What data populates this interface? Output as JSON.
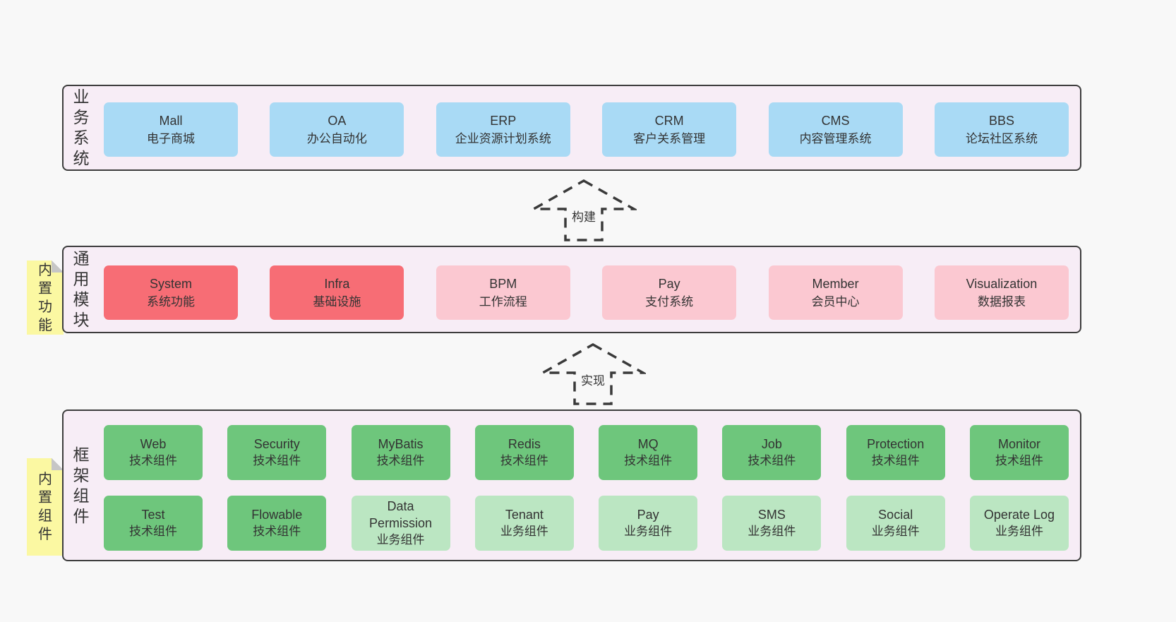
{
  "colors": {
    "band-bg": "#f7edf6",
    "blue": "#a9daf5",
    "red": "#f76d75",
    "pink": "#fbc8d1",
    "green": "#6ec67c",
    "green-light": "#bbe6c2",
    "sticky-yellow": "#fbf8a2"
  },
  "arrows": [
    {
      "label": "构建"
    },
    {
      "label": "实现"
    }
  ],
  "layers": [
    {
      "title": "业务系统",
      "sticky": "",
      "rows": [
        [
          {
            "name": "Mall",
            "desc": "电子商城",
            "variant": "blue"
          },
          {
            "name": "OA",
            "desc": "办公自动化",
            "variant": "blue"
          },
          {
            "name": "ERP",
            "desc": "企业资源计划系统",
            "variant": "blue"
          },
          {
            "name": "CRM",
            "desc": "客户关系管理",
            "variant": "blue"
          },
          {
            "name": "CMS",
            "desc": "内容管理系统",
            "variant": "blue"
          },
          {
            "name": "BBS",
            "desc": "论坛社区系统",
            "variant": "blue"
          }
        ]
      ]
    },
    {
      "title": "通用模块",
      "sticky": "内置功能",
      "rows": [
        [
          {
            "name": "System",
            "desc": "系统功能",
            "variant": "red"
          },
          {
            "name": "Infra",
            "desc": "基础设施",
            "variant": "red"
          },
          {
            "name": "BPM",
            "desc": "工作流程",
            "variant": "pink"
          },
          {
            "name": "Pay",
            "desc": "支付系统",
            "variant": "pink"
          },
          {
            "name": "Member",
            "desc": "会员中心",
            "variant": "pink"
          },
          {
            "name": "Visualization",
            "desc": "数据报表",
            "variant": "pink"
          }
        ]
      ]
    },
    {
      "title": "框架组件",
      "sticky": "内置组件",
      "rows": [
        [
          {
            "name": "Web",
            "desc": "技术组件",
            "variant": "green"
          },
          {
            "name": "Security",
            "desc": "技术组件",
            "variant": "green"
          },
          {
            "name": "MyBatis",
            "desc": "技术组件",
            "variant": "green"
          },
          {
            "name": "Redis",
            "desc": "技术组件",
            "variant": "green"
          },
          {
            "name": "MQ",
            "desc": "技术组件",
            "variant": "green"
          },
          {
            "name": "Job",
            "desc": "技术组件",
            "variant": "green"
          },
          {
            "name": "Protection",
            "desc": "技术组件",
            "variant": "green"
          },
          {
            "name": "Monitor",
            "desc": "技术组件",
            "variant": "green"
          }
        ],
        [
          {
            "name": "Test",
            "desc": "技术组件",
            "variant": "green"
          },
          {
            "name": "Flowable",
            "desc": "技术组件",
            "variant": "green"
          },
          {
            "name": "Data Permission",
            "desc": "业务组件",
            "variant": "green-light"
          },
          {
            "name": "Tenant",
            "desc": "业务组件",
            "variant": "green-light"
          },
          {
            "name": "Pay",
            "desc": "业务组件",
            "variant": "green-light"
          },
          {
            "name": "SMS",
            "desc": "业务组件",
            "variant": "green-light"
          },
          {
            "name": "Social",
            "desc": "业务组件",
            "variant": "green-light"
          },
          {
            "name": "Operate Log",
            "desc": "业务组件",
            "variant": "green-light"
          }
        ]
      ]
    }
  ]
}
